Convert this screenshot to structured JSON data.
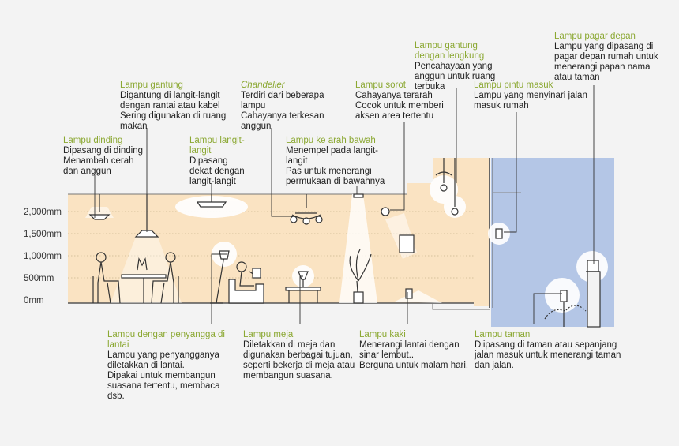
{
  "scale_labels": [
    "2,000mm",
    "1,500mm",
    "1,000mm",
    "500mm",
    "0mm"
  ],
  "callouts": {
    "dinding": {
      "title": "Lampu dinding",
      "desc": "Dipasang di dinding\nMenambah cerah\ndan anggun"
    },
    "gantung": {
      "title": "Lampu gantung",
      "desc": "Digantung di langit-langit\ndengan rantai atau kabel\nSering digunakan di ruang\nmakan"
    },
    "chandelier": {
      "title": "Chandelier",
      "desc": "Terdiri dari beberapa\nlampu\nCahayanya terkesan\nanggun"
    },
    "langit": {
      "title": "Lampu langit-\nlangit",
      "desc": "Dipasang\ndekat dengan\nlangit-langit"
    },
    "kearahbawah": {
      "title": "Lampu ke arah bawah",
      "desc": "Menempel pada langit-\nlangit\nPas untuk menerangi\npermukaan di bawahnya"
    },
    "sorot": {
      "title": "Lampu sorot",
      "desc": "Cahayanya terarah\nCocok untuk memberi\naksen area tertentu"
    },
    "lengkung": {
      "title": "Lampu gantung\ndengan lengkung",
      "desc": "Pencahayaan yang\nanggun untuk ruang\nterbuka"
    },
    "pintu": {
      "title": "Lampu pintu masuk",
      "desc": "Lampu yang menyinari jalan\nmasuk rumah"
    },
    "pagar": {
      "title": "Lampu pagar depan",
      "desc": "Lampu yang dipasang di\npagar depan rumah untuk\nmenerangi papan nama\natau taman"
    },
    "penyangga": {
      "title": "Lampu dengan penyangga di\nlantai",
      "desc": "Lampu yang penyangganya\ndiletakkan di lantai.\nDipakai untuk membangun\nsuasana tertentu, membaca dsb."
    },
    "meja": {
      "title": "Lampu meja",
      "desc": "Diletakkan di meja dan\ndigunakan berbagai tujuan,\nseperti bekerja di meja atau\nmembangun suasana."
    },
    "kaki": {
      "title": "Lampu kaki",
      "desc": "Menerangi lantai dengan\nsinar lembut..\nBerguna untuk malam hari."
    },
    "taman": {
      "title": "Lampu taman",
      "desc": "Diipasang di taman atau sepanjang\njalan masuk untuk menerangi taman\ndan jalan."
    }
  },
  "colors": {
    "interior": "#fae3c2",
    "exterior": "#b4c6e6",
    "accent_green": "#8ba832",
    "line": "#333333"
  }
}
